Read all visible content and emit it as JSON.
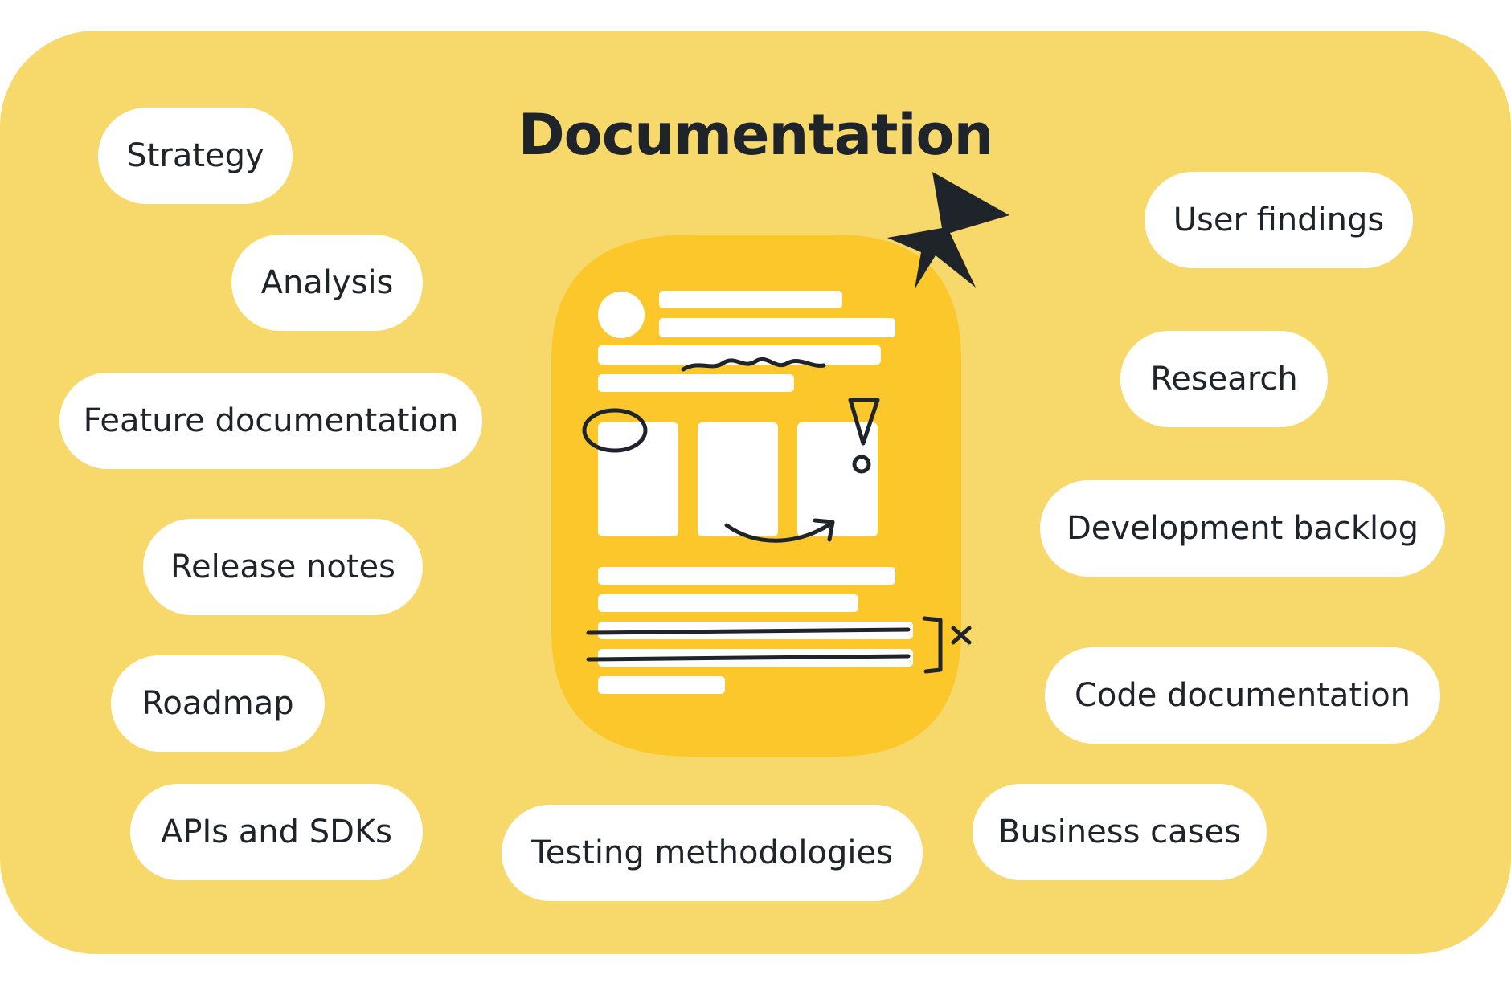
{
  "title": "Documentation",
  "colors": {
    "background": "#f7d96b",
    "document": "#fcc72b",
    "pill": "#ffffff",
    "ink": "#1e2429"
  },
  "pills": {
    "strategy": "Strategy",
    "analysis": "Analysis",
    "feature_documentation": "Feature documentation",
    "release_notes": "Release notes",
    "roadmap": "Roadmap",
    "apis_and_sdks": "APIs and SDKs",
    "testing_methodologies": "Testing methodologies",
    "user_findings": "User findings",
    "research": "Research",
    "development_backlog": "Development backlog",
    "code_documentation": "Code documentation",
    "business_cases": "Business cases"
  },
  "icons": {
    "star": "star-icon",
    "document": "document-icon",
    "exclamation": "exclamation-icon",
    "close": "close-icon",
    "arrow": "curved-arrow-icon"
  }
}
